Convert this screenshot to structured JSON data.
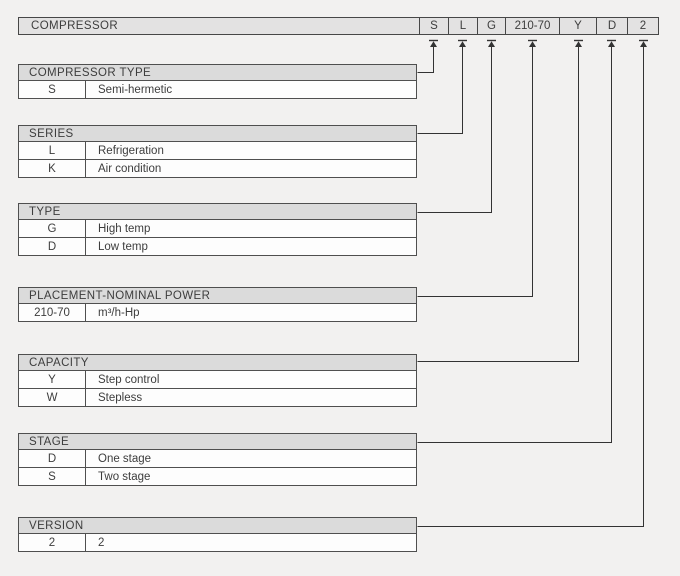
{
  "header": {
    "label": "COMPRESSOR",
    "codes": [
      "S",
      "L",
      "G",
      "210-70",
      "Y",
      "D",
      "2"
    ]
  },
  "sections": [
    {
      "title": "COMPRESSOR TYPE",
      "rows": [
        {
          "code": "S",
          "desc": "Semi-hermetic"
        }
      ]
    },
    {
      "title": "SERIES",
      "rows": [
        {
          "code": "L",
          "desc": "Refrigeration"
        },
        {
          "code": "K",
          "desc": "Air condition"
        }
      ]
    },
    {
      "title": "TYPE",
      "rows": [
        {
          "code": "G",
          "desc": "High temp"
        },
        {
          "code": "D",
          "desc": "Low temp"
        }
      ]
    },
    {
      "title": "PLACEMENT-NOMINAL POWER",
      "rows": [
        {
          "code": "210-70",
          "desc": "m³/h-Hp"
        }
      ]
    },
    {
      "title": "CAPACITY",
      "rows": [
        {
          "code": "Y",
          "desc": "Step control"
        },
        {
          "code": "W",
          "desc": "Stepless"
        }
      ]
    },
    {
      "title": "STAGE",
      "rows": [
        {
          "code": "D",
          "desc": "One stage"
        },
        {
          "code": "S",
          "desc": "Two stage"
        }
      ]
    },
    {
      "title": "VERSION",
      "rows": [
        {
          "code": "2",
          "desc": "2"
        }
      ]
    }
  ],
  "colors": {
    "background": "#f2f1f0",
    "bar_fill": "#e3e2e2",
    "header_fill": "#dbdbdb",
    "row_fill": "#fdfdfd",
    "border": "#4f4f4f",
    "line": "#333333",
    "text": "#3d3d3d"
  }
}
